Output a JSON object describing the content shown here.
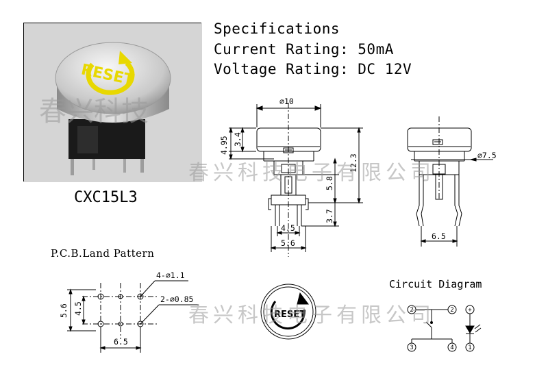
{
  "photo": {
    "model": "CXC15L3",
    "cap_text": "RESET",
    "cap_color": "#e8d800",
    "watermark": "春兴科技"
  },
  "specs": {
    "title": "Specifications",
    "current": "Current Rating: 50mA",
    "voltage": "Voltage Rating: DC 12V"
  },
  "front_view": {
    "diameter": "⌀10",
    "dim_4_95": "4.95",
    "dim_3_4": "3.4",
    "dim_12_3": "12.3",
    "dim_5_8": "5.8",
    "dim_3_7": "3.7",
    "dim_4_5": "4.5",
    "dim_5_6": "5.6"
  },
  "side_view": {
    "diameter": "⌀7.5",
    "dim_6_5": "6.5"
  },
  "pcb": {
    "title": "P.C.B.Land Pattern",
    "holes_large": "4-⌀1.1",
    "holes_small": "2-⌀0.85",
    "dim_5_6": "5.6",
    "dim_4_5": "4.5",
    "dim_6_5": "6.5"
  },
  "top_symbol": {
    "text": "RESET"
  },
  "circuit": {
    "title": "Circuit Diagram",
    "pins": [
      "2",
      "2",
      "3",
      "4",
      "1"
    ],
    "led_plus": "+",
    "led_minus": "1"
  },
  "watermark": {
    "text": "春兴科技电子有限公司"
  }
}
